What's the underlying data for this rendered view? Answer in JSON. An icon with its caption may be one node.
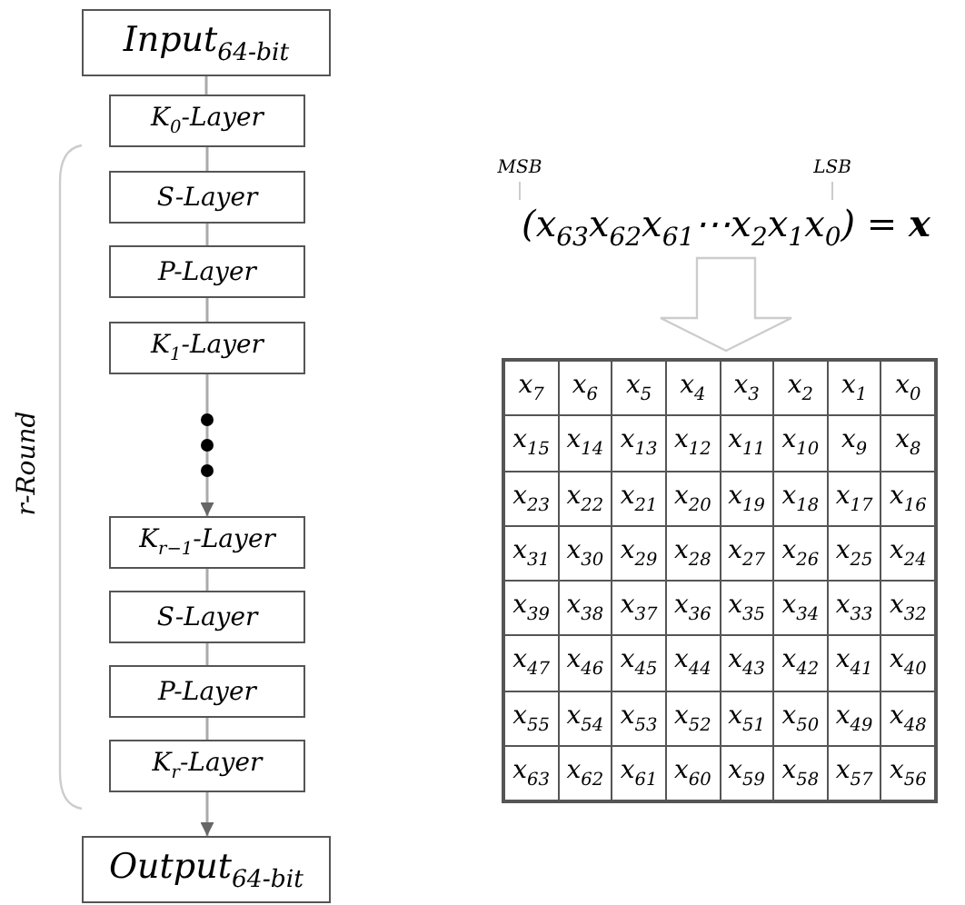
{
  "diagram": {
    "nodes": [
      {
        "text": [
          "Input$_{64-bit}$"
        ]
      },
      {
        "text": [
          "K$_{0}$-Layer"
        ]
      },
      {
        "text": [
          "S-Layer"
        ]
      },
      {
        "text": [
          "P-Layer"
        ]
      },
      {
        "text": [
          "K$_{1}$-Layer"
        ]
      },
      {
        "text": [
          "K$_{r−1}$-Layer"
        ]
      },
      {
        "text": [
          "S-Layer"
        ]
      },
      {
        "text": [
          "P-Layer"
        ]
      },
      {
        "text": [
          "K$_{r}$-Layer"
        ]
      },
      {
        "text": [
          "Output$_{64-bit}$"
        ]
      },
      {
        "text": [
          "MSB"
        ]
      },
      {
        "text": [
          "LSB"
        ]
      },
      {
        "text": [
          "(x$_{63}$x$_{62}$x$_{61}$⋯x$_{2}$x$_{1}$x$_{0}$) = **x**"
        ]
      },
      {
        "text": [],
        "shape": "box"
      }
    ],
    "edges": [
      {
        "from": 0,
        "to": 1,
        "arrow": "none"
      },
      {
        "from": 1,
        "to": 2,
        "arrow": "none"
      },
      {
        "from": 2,
        "to": 3,
        "arrow": "none"
      },
      {
        "from": 3,
        "to": 4,
        "arrow": "none"
      },
      {
        "from": 4,
        "to": 5,
        "arrow": "to"
      },
      {
        "from": 5,
        "to": 6,
        "arrow": "none"
      },
      {
        "from": 6,
        "to": 7,
        "arrow": "none"
      },
      {
        "from": 7,
        "to": 8,
        "arrow": "none"
      },
      {
        "from": 8,
        "to": 9,
        "arrow": "to"
      },
      {
        "from": 12,
        "to": 13,
        "arrow": "to",
        "style": "thick"
      },
      {
        "from": 10,
        "to": 12,
        "arrow": "none"
      },
      {
        "from": 11,
        "to": 12,
        "arrow": "none"
      }
    ],
    "labels": [
      "r-Round",
      "x$_{7}$",
      "x$_{6}$",
      "x$_{5}$",
      "x$_{4}$",
      "x$_{3}$",
      "x$_{2}$",
      "x$_{1}$",
      "x$_{0}$",
      "x$_{15}$",
      "x$_{14}$",
      "x$_{13}$",
      "x$_{12}$",
      "x$_{11}$",
      "x$_{10}$",
      "x$_{9}$",
      "x$_{8}$",
      "x$_{23}$",
      "x$_{22}$",
      "x$_{21}$",
      "x$_{20}$",
      "x$_{19}$",
      "x$_{18}$",
      "x$_{17}$",
      "x$_{16}$",
      "x$_{31}$",
      "x$_{30}$",
      "x$_{29}$",
      "x$_{28}$",
      "x$_{27}$",
      "x$_{26}$",
      "x$_{25}$",
      "x$_{24}$",
      "x$_{39}$",
      "x$_{38}$",
      "x$_{37}$",
      "x$_{36}$",
      "x$_{35}$",
      "x$_{34}$",
      "x$_{33}$",
      "x$_{32}$",
      "x$_{47}$",
      "x$_{46}$",
      "x$_{45}$",
      "x$_{44}$",
      "x$_{43}$",
      "x$_{42}$",
      "x$_{41}$",
      "x$_{40}$",
      "x$_{55}$",
      "x$_{54}$",
      "x$_{53}$",
      "x$_{52}$",
      "x$_{51}$",
      "x$_{50}$",
      "x$_{49}$",
      "x$_{48}$",
      "x$_{63}$",
      "x$_{62}$",
      "x$_{61}$",
      "x$_{60}$",
      "x$_{59}$",
      "x$_{58}$",
      "x$_{57}$",
      "x$_{56}$"
    ]
  }
}
